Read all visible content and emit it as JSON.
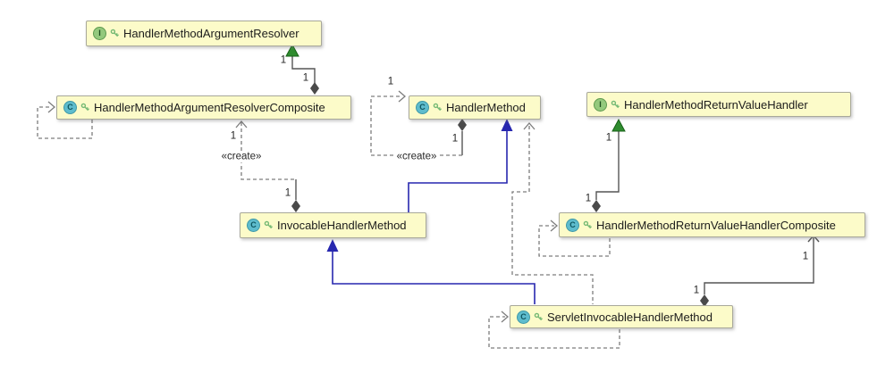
{
  "diagram": {
    "labels": {
      "one": "1",
      "create": "«create»"
    },
    "classes": [
      {
        "name": "HandlerMethodArgumentResolver",
        "kind": "interface",
        "icon_letter": "I"
      },
      {
        "name": "HandlerMethodArgumentResolverComposite",
        "kind": "class",
        "icon_letter": "C"
      },
      {
        "name": "HandlerMethod",
        "kind": "class",
        "icon_letter": "C"
      },
      {
        "name": "HandlerMethodReturnValueHandler",
        "kind": "interface",
        "icon_letter": "I"
      },
      {
        "name": "HandlerMethodReturnValueHandlerComposite",
        "kind": "class",
        "icon_letter": "C"
      },
      {
        "name": "InvocableHandlerMethod",
        "kind": "class",
        "icon_letter": "C"
      },
      {
        "name": "ServletInvocableHandlerMethod",
        "kind": "class",
        "icon_letter": "C"
      }
    ],
    "relationships": [
      {
        "from": "HandlerMethodArgumentResolverComposite",
        "to": "HandlerMethodArgumentResolver",
        "type": "realization+aggregation",
        "label_at_target": "1",
        "label_at_source": "1"
      },
      {
        "from": "HandlerMethodReturnValueHandlerComposite",
        "to": "HandlerMethodReturnValueHandler",
        "type": "realization+aggregation",
        "label_at_target": "1",
        "label_at_source": "1"
      },
      {
        "from": "InvocableHandlerMethod",
        "to": "HandlerMethodArgumentResolverComposite",
        "type": "composition+create",
        "stereotype": "«create»",
        "label_at_target": "1",
        "label_at_source": "1"
      },
      {
        "from": "HandlerMethod",
        "to": "HandlerMethod",
        "type": "composition+create (self)",
        "stereotype": "«create»",
        "label_at_target": "1",
        "label_at_source": "1"
      },
      {
        "from": "ServletInvocableHandlerMethod",
        "to": "HandlerMethodReturnValueHandlerComposite",
        "type": "composition",
        "label_at_target": "1",
        "label_at_source": "1"
      },
      {
        "from": "InvocableHandlerMethod",
        "to": "HandlerMethod",
        "type": "extends"
      },
      {
        "from": "ServletInvocableHandlerMethod",
        "to": "InvocableHandlerMethod",
        "type": "extends"
      },
      {
        "from": "ServletInvocableHandlerMethod",
        "to": "HandlerMethod",
        "type": "dependency"
      },
      {
        "from": "HandlerMethodArgumentResolverComposite",
        "to": "HandlerMethodArgumentResolverComposite",
        "type": "self-dependency"
      },
      {
        "from": "HandlerMethodReturnValueHandlerComposite",
        "to": "HandlerMethodReturnValueHandlerComposite",
        "type": "self-dependency"
      },
      {
        "from": "ServletInvocableHandlerMethod",
        "to": "ServletInvocableHandlerMethod",
        "type": "self-dependency"
      }
    ],
    "colors": {
      "node_fill": "#FCFBC9",
      "node_border": "#A8A89A",
      "interface_icon": "#94C97D",
      "class_icon": "#5EBCCD",
      "key_icon": "#74B974",
      "edge_gray": "#555555",
      "dashed_gray": "#7D7D7D",
      "inheritance_blue": "#2727AF",
      "realization_green": "#2F8C2F",
      "diamond": "#4A4A4A"
    }
  }
}
